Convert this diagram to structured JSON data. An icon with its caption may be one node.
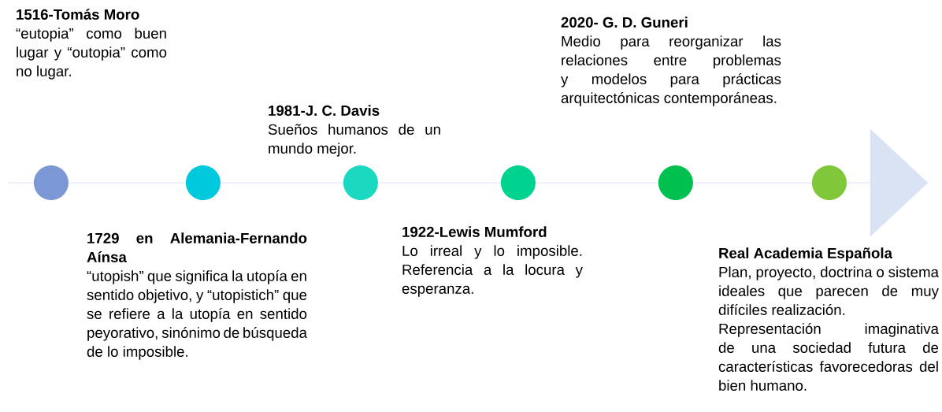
{
  "diagram": {
    "nodes": [
      {
        "text": [],
        "shape": "arrow"
      },
      {
        "text": [],
        "shape": "circle",
        "in": 0,
        "beside": [
          "1516-Tomás Moro",
          "“eutopia” como buen lugar y “outopia” como no lugar."
        ]
      },
      {
        "text": [],
        "shape": "circle",
        "in": 0,
        "beside": [
          "1729 en Alemania-Fernando Aínsa",
          "“utopish” que significa la utopía en sentido objetivo, y “utopistich” que se refiere a la utopía en sentido peyorativo, sinónimo de búsqueda de lo imposible."
        ]
      },
      {
        "text": [],
        "shape": "circle",
        "in": 0,
        "beside": [
          "1981-J. C. Davis",
          "Sueños humanos de un mundo mejor."
        ]
      },
      {
        "text": [],
        "shape": "circle",
        "in": 0,
        "beside": [
          "1922-Lewis Mumford",
          "Lo irreal y lo imposible. Referencia a la locura y esperanza."
        ]
      },
      {
        "text": [],
        "shape": "circle",
        "in": 0,
        "beside": [
          "2020- G. D. Guneri",
          "Medio para reorganizar las relaciones entre problemas y modelos para prácticas arquitectónicas contemporáneas."
        ]
      },
      {
        "text": [],
        "shape": "circle",
        "in": 0,
        "beside": [
          "Real Academia Española",
          "Plan, proyecto, doctrina o sistema ideales que parecen de muy difíciles realización.",
          "Representación imaginativa de una sociedad futura de características favorecedoras del bien humano."
        ]
      }
    ]
  }
}
